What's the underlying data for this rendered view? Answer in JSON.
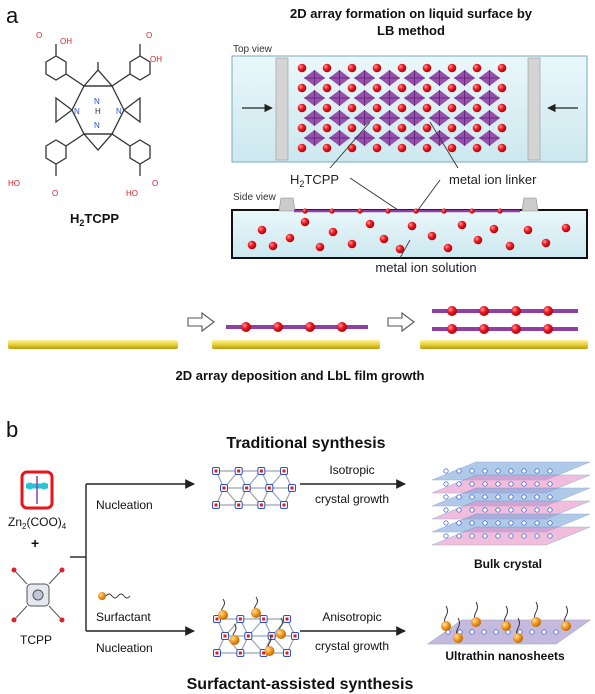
{
  "panel_a": {
    "label": "a",
    "title_line1": "2D array  formation on liquid surface by",
    "title_line2": "LB method",
    "molecule_name_main": "H",
    "molecule_name_sub": "2",
    "molecule_name_rest": "TCPP",
    "atom_oh": "OH",
    "atom_ho": "HO",
    "atom_o": "O",
    "atom_n": "N",
    "atom_h": "H",
    "top_view": "Top view",
    "side_view": "Side view",
    "callout_h2tcpp_main": "H",
    "callout_h2tcpp_sub": "2",
    "callout_h2tcpp_rest": "TCPP",
    "callout_linker": "metal ion linker",
    "callout_solution": "metal ion solution",
    "deposition_caption": "2D array  deposition and LbL film growth"
  },
  "panel_b": {
    "label": "b",
    "traditional_title": "Traditional synthesis",
    "surfactant_title": "Surfactant-assisted synthesis",
    "zn_main": "Zn",
    "zn_sub1": "2",
    "zn_mid": "(COO)",
    "zn_sub2": "4",
    "plus": "+",
    "tcpp_label": "TCPP",
    "nucleation_top": "Nucleation",
    "surfactant_word": "Surfactant",
    "nucleation_bottom": "Nucleation",
    "isotropic_line1": "Isotropic",
    "isotropic_line2": "crystal growth",
    "anisotropic_line1": "Anisotropic",
    "anisotropic_line2": "crystal growth",
    "bulk_crystal": "Bulk crystal",
    "nanosheets": "Ultrathin nanosheets"
  },
  "colors": {
    "tcpp_purple": "#8e3fa3",
    "metal_red": "#e8141b",
    "substrate_yellow": "#e9d23a",
    "trough_blue": "#d7eef3",
    "oxygen_red": "#d8242b",
    "nitrogen_blue": "#2a4fd0",
    "surfactant_orange": "#f39a1e",
    "sheet_pink": "#e58ac0",
    "sheet_blue": "#6fa0d8"
  }
}
